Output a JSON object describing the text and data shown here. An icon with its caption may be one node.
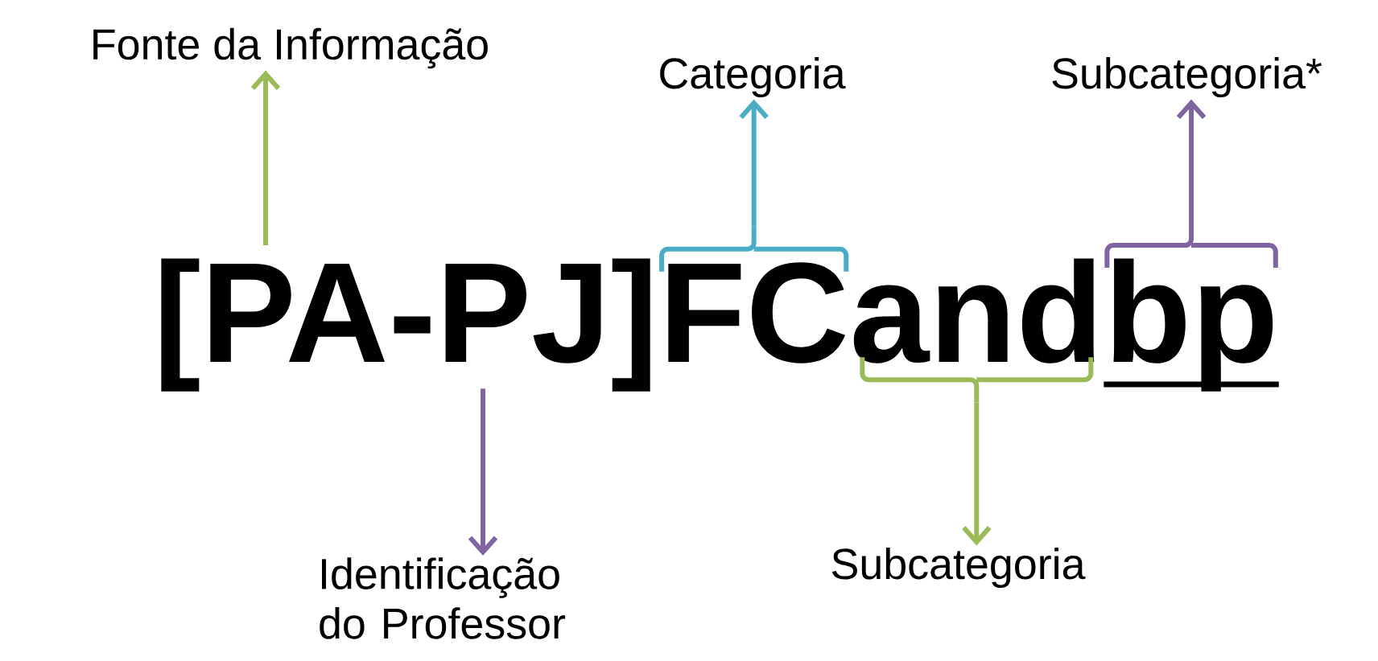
{
  "diagram": {
    "nodes": [
      {
        "text": [
          "Fonte da Informação"
        ]
      },
      {
        "text": [
          "Categoria"
        ]
      },
      {
        "text": [
          "Subcategoria*"
        ]
      },
      {
        "text": [
          "[PA-PJ]"
        ]
      },
      {
        "text": [
          "FC"
        ]
      },
      {
        "text": [
          "and"
        ]
      },
      {
        "text": [
          "bp"
        ]
      },
      {
        "text": [
          "Subcategoria"
        ]
      },
      {
        "text": [
          "Identificação do Professor"
        ]
      }
    ],
    "edges": [
      {
        "from": 3,
        "to": 0,
        "arrow": "to",
        "color": "#9bbb59"
      },
      {
        "from": 4,
        "to": 1,
        "arrow": "to",
        "color": "#4bacc6"
      },
      {
        "from": 6,
        "to": 2,
        "arrow": "to",
        "color": "#8064a2"
      },
      {
        "from": 5,
        "to": 7,
        "arrow": "to",
        "color": "#9bbb59"
      },
      {
        "from": 3,
        "to": 8,
        "arrow": "to",
        "color": "#8064a2"
      }
    ]
  }
}
